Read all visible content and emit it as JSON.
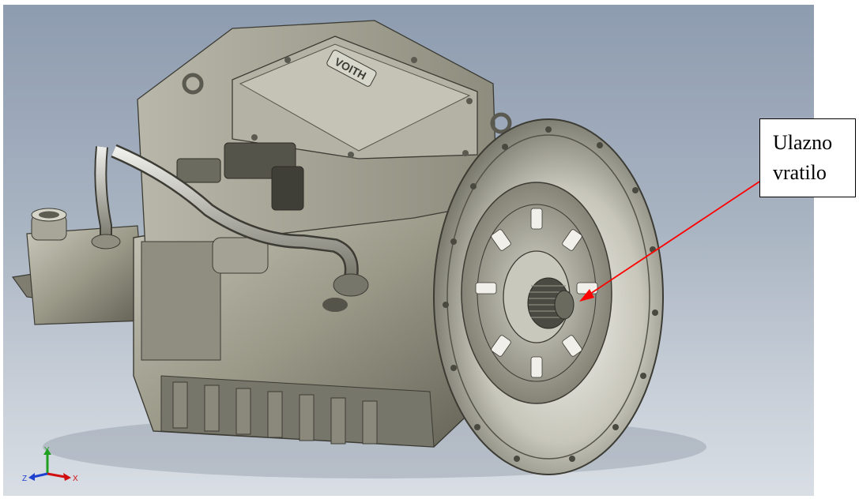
{
  "callout": {
    "line1": "Ulazno",
    "line2": "vratilo",
    "line_color": "#ff0000"
  },
  "triad": {
    "x_label": "X",
    "y_label": "Y",
    "z_label": "Z",
    "x_color": "#d01010",
    "y_color": "#20a020",
    "z_color": "#2040d0"
  },
  "model": {
    "icon": "transmission-model-icon",
    "brand_plate_text": "VOITH",
    "body_color": "#8f8e80",
    "background_top": "#8e9cb0",
    "background_bottom": "#d9dee5"
  }
}
